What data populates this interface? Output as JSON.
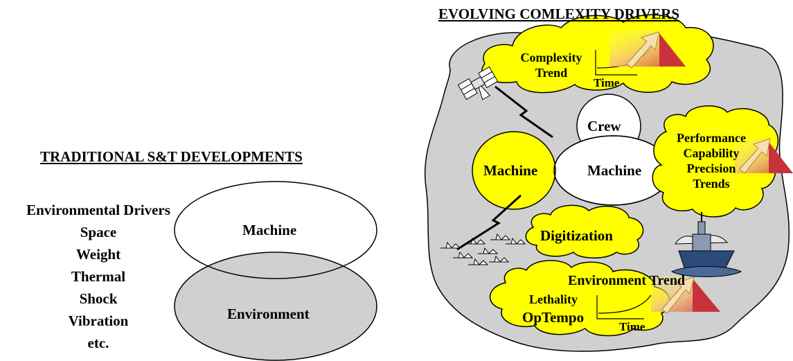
{
  "left_panel": {
    "title": "TRADITIONAL S&T DEVELOPMENTS",
    "drivers": [
      "Environmental Drivers",
      "Space",
      "Weight",
      "Thermal",
      "Shock",
      "Vibration",
      "etc."
    ],
    "machine_label": "Machine",
    "environment_label": "Environment"
  },
  "right_panel": {
    "title": "EVOLVING COMLEXITY DRIVERS",
    "crew_label": "Crew",
    "machine_label_left": "Machine",
    "machine_label_right": "Machine",
    "complexity_trend": {
      "label_line1": "Complexity",
      "label_line2": "Trend",
      "axis_label": "Time"
    },
    "performance_trends": [
      "Performance",
      "Capability",
      "Precision",
      "Trends"
    ],
    "digitization_label": "Digitization",
    "environment_trend": {
      "title": "Environment Trend",
      "label_line1": "Lethality",
      "label_line2": "OpTempo",
      "axis_label": "Time"
    }
  },
  "colors": {
    "cloud_yellow": "#ffff00",
    "blob_gray": "#d0d0d0",
    "arrow_red": "#cc3333",
    "ship_blue": "#2a4a7a"
  },
  "icons": [
    "satellite-icon",
    "jet-formation-icon",
    "warship-icon",
    "trend-arrow-icon",
    "lightning-link-icon"
  ]
}
